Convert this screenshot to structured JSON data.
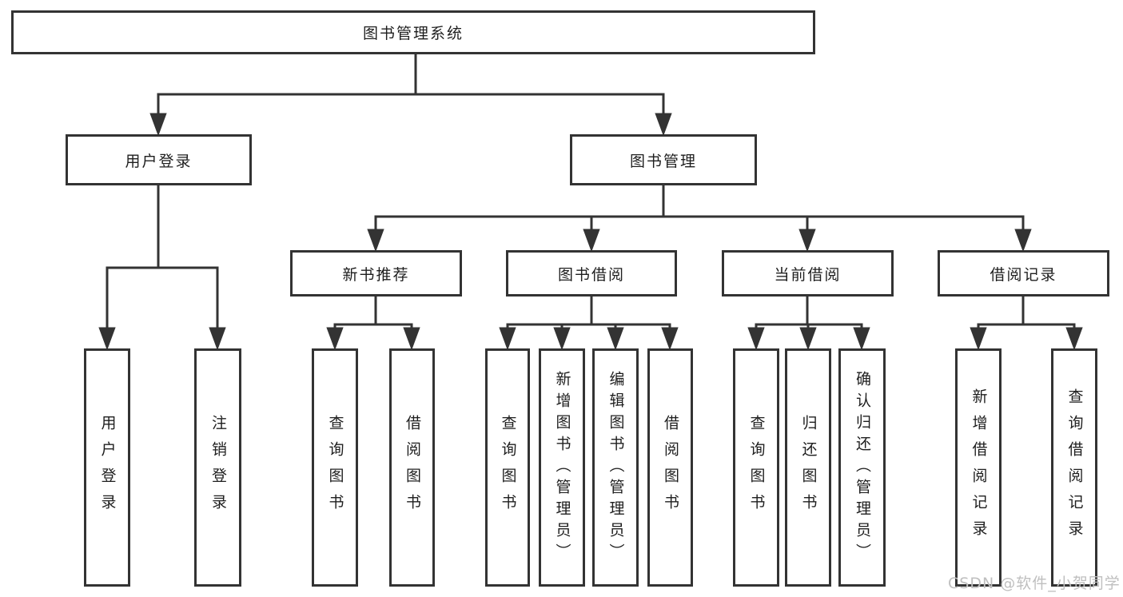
{
  "tree": {
    "root": {
      "label": "图书管理系统"
    },
    "login_branch": {
      "label": "用户登录",
      "children": [
        {
          "label": "用户登录"
        },
        {
          "label": "注销登录"
        }
      ]
    },
    "mgmt_branch": {
      "label": "图书管理",
      "groups": [
        {
          "label": "新书推荐",
          "children": [
            {
              "label": "查询图书"
            },
            {
              "label": "借阅图书"
            }
          ]
        },
        {
          "label": "图书借阅",
          "children": [
            {
              "label": "查询图书"
            },
            {
              "label": "新增图书（管理员）"
            },
            {
              "label": "编辑图书（管理员）"
            },
            {
              "label": "借阅图书"
            }
          ]
        },
        {
          "label": "当前借阅",
          "children": [
            {
              "label": "查询图书"
            },
            {
              "label": "归还图书"
            },
            {
              "label": "确认归还（管理员）"
            }
          ]
        },
        {
          "label": "借阅记录",
          "children": [
            {
              "label": "新增借阅记录"
            },
            {
              "label": "查询借阅记录"
            }
          ]
        }
      ]
    }
  },
  "watermark": "CSDN @软件_小贺同学",
  "colors": {
    "line": "#333333",
    "box_border": "#333333",
    "text": "#1e1e1e",
    "background": "#ffffff",
    "watermark": "#bfbfbf"
  }
}
